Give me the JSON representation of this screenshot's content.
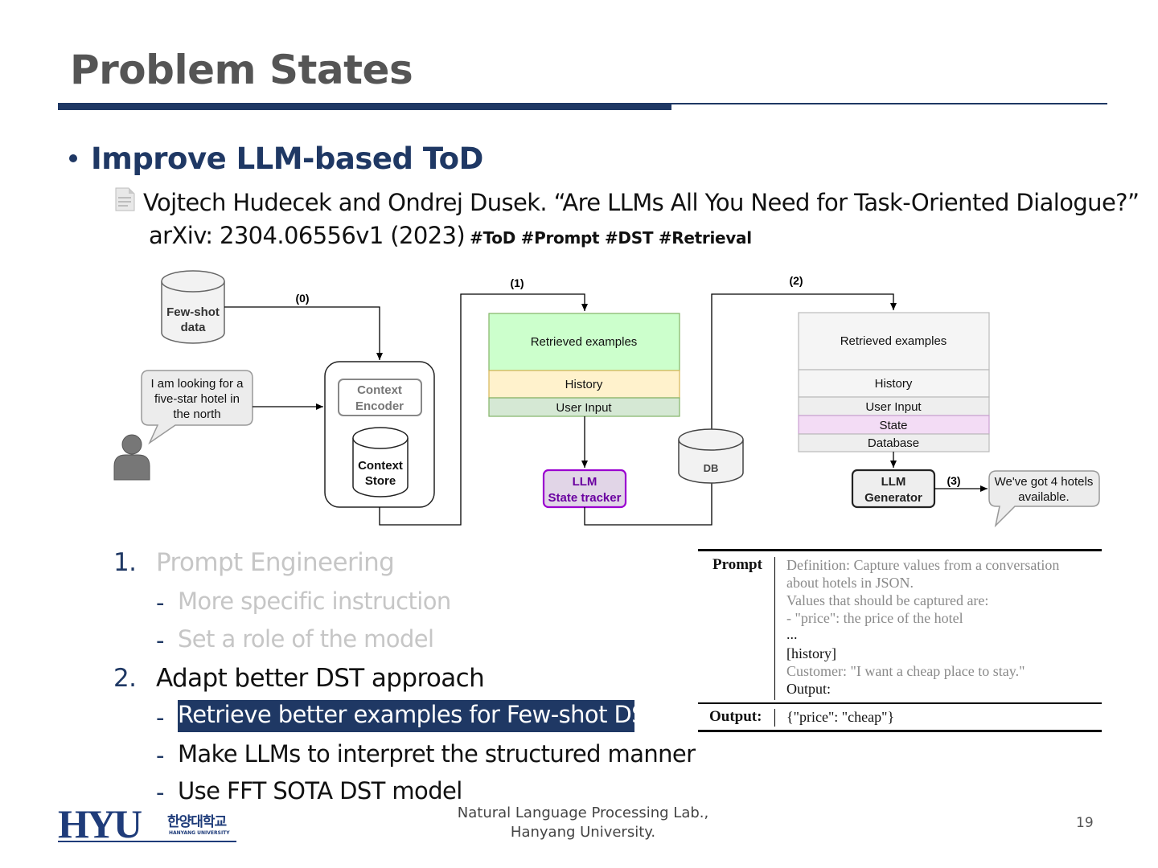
{
  "slide": {
    "title": "Problem States",
    "heading": "Improve LLM-based ToD",
    "reference": {
      "line1": "Vojtech Hudecek and Ondrej Dusek. “Are LLMs All You Need for Task-Oriented Dialogue?”",
      "line2": "arXiv: 2304.06556v1 (2023)",
      "tags": "#ToD #Prompt #DST #Retrieval"
    },
    "page_number": "19"
  },
  "diagram": {
    "few_shot_1": "Few-shot",
    "few_shot_2": "data",
    "step0": "(0)",
    "step1": "(1)",
    "step2": "(2)",
    "step3": "(3)",
    "user_bubble_1": "I am looking for a",
    "user_bubble_2": "five-star hotel in",
    "user_bubble_3": "the north",
    "context_encoder_1": "Context",
    "context_encoder_2": "Encoder",
    "context_store_1": "Context",
    "context_store_2": "Store",
    "left_prompt": {
      "retrieved": "Retrieved examples",
      "history": "History",
      "user_input": "User Input"
    },
    "tracker_1": "LLM",
    "tracker_2": "State tracker",
    "db": "DB",
    "right_prompt": {
      "retrieved": "Retrieved examples",
      "history": "History",
      "user_input": "User Input",
      "state": "State",
      "database": "Database"
    },
    "generator_1": "LLM",
    "generator_2": "Generator",
    "reply_1": "We've got 4 hotels",
    "reply_2": "available."
  },
  "list": {
    "item1": {
      "num": "1.",
      "label": "Prompt Engineering",
      "sub": [
        "More specific instruction",
        "Set a role of the model"
      ]
    },
    "item2": {
      "num": "2.",
      "label": "Adapt better DST approach",
      "sub": [
        "Retrieve better examples for Few-shot DST",
        "Make LLMs to interpret the structured manner",
        "Use FFT SOTA DST  model"
      ]
    },
    "dash": "-"
  },
  "prompt_table": {
    "prompt_label": "Prompt",
    "prompt_lines": [
      "Definition: Capture values from a conversation",
      "about hotels in JSON.",
      "Values that should be captured are:",
      "- \"price\": the price of the hotel",
      "...",
      "[history]",
      "Customer: \"I want a cheap place to stay.\"",
      "Output:"
    ],
    "output_label": "Output:",
    "output_value": "{\"price\": \"cheap\"}"
  },
  "footer": {
    "line1": "Natural Language Processing Lab.,",
    "line2": "Hanyang University.",
    "logo_text": "HYU",
    "logo_korean": "한양대학교",
    "logo_english": "HANYANG UNIVERSITY"
  },
  "colors": {
    "navy": "#1f3864",
    "retrieved_green": "#ccffcc",
    "history_yellow": "#fff2cc",
    "user_input_green": "#d5e8d4",
    "tracker_purple": "#e1d5e7",
    "tracker_border": "#9a00d0"
  }
}
